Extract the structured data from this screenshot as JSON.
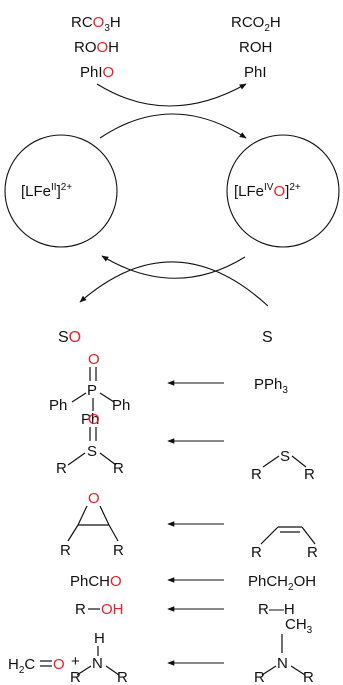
{
  "oxidants": {
    "peracid": {
      "a": "RC",
      "b": "O",
      "c": "3",
      "d": "H"
    },
    "peroxide": {
      "a": "RO",
      "b": "O",
      "c": "H"
    },
    "iodosyl": {
      "a": "PhI",
      "b": "O"
    }
  },
  "byproducts": {
    "acid": {
      "a": "RCO",
      "b": "2",
      "c": "H"
    },
    "alcohol": "ROH",
    "iodide": "PhI"
  },
  "catalyst": {
    "reduced": {
      "open": "[LFe",
      "ox": "II",
      "close": "]",
      "charge": "2+"
    },
    "oxidized": {
      "open": "[LFe",
      "ox": "IV",
      "o": "O",
      "close": "]",
      "charge": "2+"
    }
  },
  "header": {
    "product_s": "S",
    "product_o": "O",
    "substrate": "S"
  },
  "reactions": {
    "phosphine": {
      "o": "O",
      "p": "P",
      "ph": "Ph",
      "substrate": "PPh",
      "sub3": "3"
    },
    "sulfide": {
      "o": "O",
      "s": "S",
      "r": "R"
    },
    "alkene": {
      "o": "O",
      "r": "R"
    },
    "alcohol": {
      "product_a": "PhCH",
      "product_o": "O",
      "substrate_a": "PhCH",
      "substrate_b": "2",
      "substrate_c": "OH"
    },
    "alkane": {
      "product_a": "R",
      "product_o": "OH",
      "substrate": "R—H"
    },
    "amine": {
      "h2c": "H",
      "h2c_sub": "2",
      "h2c_c": "C",
      "o": "O",
      "plus": "+",
      "h": "H",
      "n": "N",
      "r": "R",
      "ch": "CH",
      "ch_sub": "3"
    }
  }
}
